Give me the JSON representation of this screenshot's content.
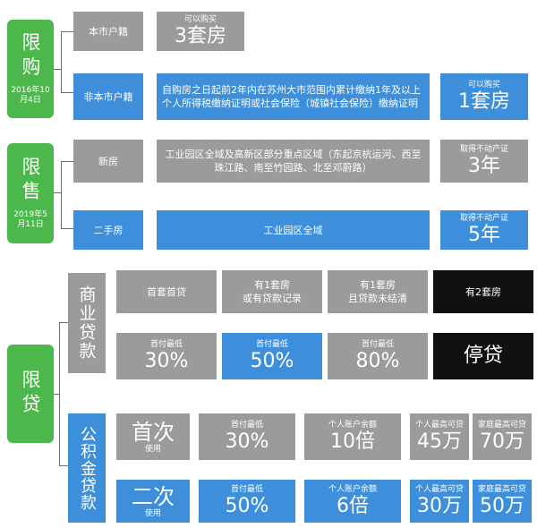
{
  "xiangou": {
    "title": "限购",
    "date": "2016年10月4日",
    "local_label": "本市户籍",
    "local_top": "可以购买",
    "local_value": "3套房",
    "nonlocal_label": "非本市户籍",
    "nonlocal_condition": "自购房之日起前2年内在苏州大市范围内累计缴纳1年及以上个人所得税缴纳证明或社会保险（城镇社会保险）缴纳证明",
    "nonlocal_top": "可以购买",
    "nonlocal_value": "1套房"
  },
  "xianshou": {
    "title": "限售",
    "date": "2019年5月11日",
    "new_label": "新房",
    "new_area": "工业园区全域及高新区部分重点区域（东起京杭运河、西至珠江路、南至竹园路、北至邓蔚路）",
    "new_top": "取得不动产证",
    "new_value": "3年",
    "second_label": "二手房",
    "second_area": "工业园区全域",
    "second_top": "取得不动产证",
    "second_value": "5年"
  },
  "xiandai": {
    "title": "限贷",
    "commercial": {
      "title": "商业贷款",
      "cols": [
        {
          "header": "首套首贷",
          "top": "首付最低",
          "value": "30%"
        },
        {
          "header": "有1套房\n或有贷款记录",
          "top": "首付最低",
          "value": "50%"
        },
        {
          "header": "有1套房\n且贷款未结清",
          "top": "首付最低",
          "value": "80%"
        },
        {
          "header": "有2套房",
          "top": "",
          "value": "停贷"
        }
      ]
    },
    "provident": {
      "title": "公积金贷款",
      "first": {
        "label": "首次",
        "sub": "使用",
        "down_top": "首付最低",
        "down_value": "30%",
        "balance_top": "个人账户余额",
        "balance_value": "10倍",
        "personal_top": "个人最高可贷",
        "personal_value": "45万",
        "family_top": "家庭最高可贷",
        "family_value": "70万"
      },
      "second": {
        "label": "二次",
        "sub": "使用",
        "down_top": "首付最低",
        "down_value": "50%",
        "balance_top": "个人账户余额",
        "balance_value": "6倍",
        "personal_top": "个人最高可贷",
        "personal_value": "30万",
        "family_top": "家庭最高可贷",
        "family_value": "50万"
      }
    }
  },
  "colors": {
    "green": "#4cb84c",
    "gray": "#9b9b9b",
    "blue": "#3d8fdc",
    "black": "#111111"
  }
}
